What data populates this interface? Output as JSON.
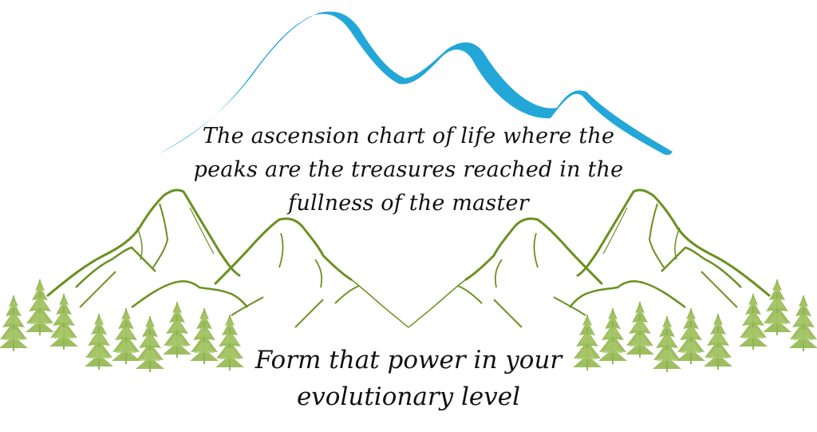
{
  "illustration": {
    "colors": {
      "sky_ribbon": "#22a7d8",
      "mountain_line": "#6b9020",
      "tree": "#8db347",
      "text": "#111111",
      "background": "#ffffff"
    },
    "elements": [
      "blue-mountain-ribbon",
      "green-mountains-left",
      "green-mountains-right",
      "pine-trees-left",
      "pine-trees-right"
    ]
  },
  "caption_top": {
    "lines": [
      "The ascension chart of life where the",
      "peaks are the treasures reached in the",
      "fullness of the master"
    ]
  },
  "caption_bottom": {
    "lines": [
      "Form that power in your",
      "evolutionary level"
    ]
  }
}
